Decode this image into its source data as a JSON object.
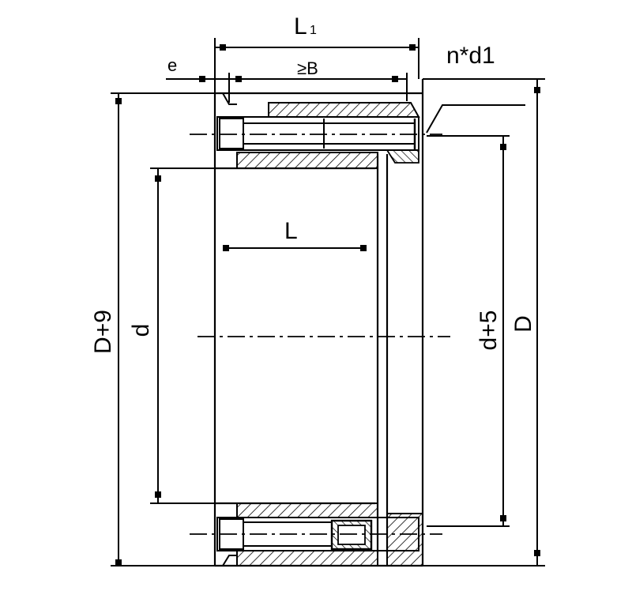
{
  "labels": {
    "L1_main": "L",
    "L1_sub": "1",
    "e": "e",
    "B": "≥B",
    "n_d1": "n*d1",
    "L": "L",
    "D_plus_9": "D+9",
    "d": "d",
    "d_plus_5": "d+5",
    "D": "D"
  },
  "colors": {
    "line": "#000000",
    "background": "#ffffff"
  }
}
